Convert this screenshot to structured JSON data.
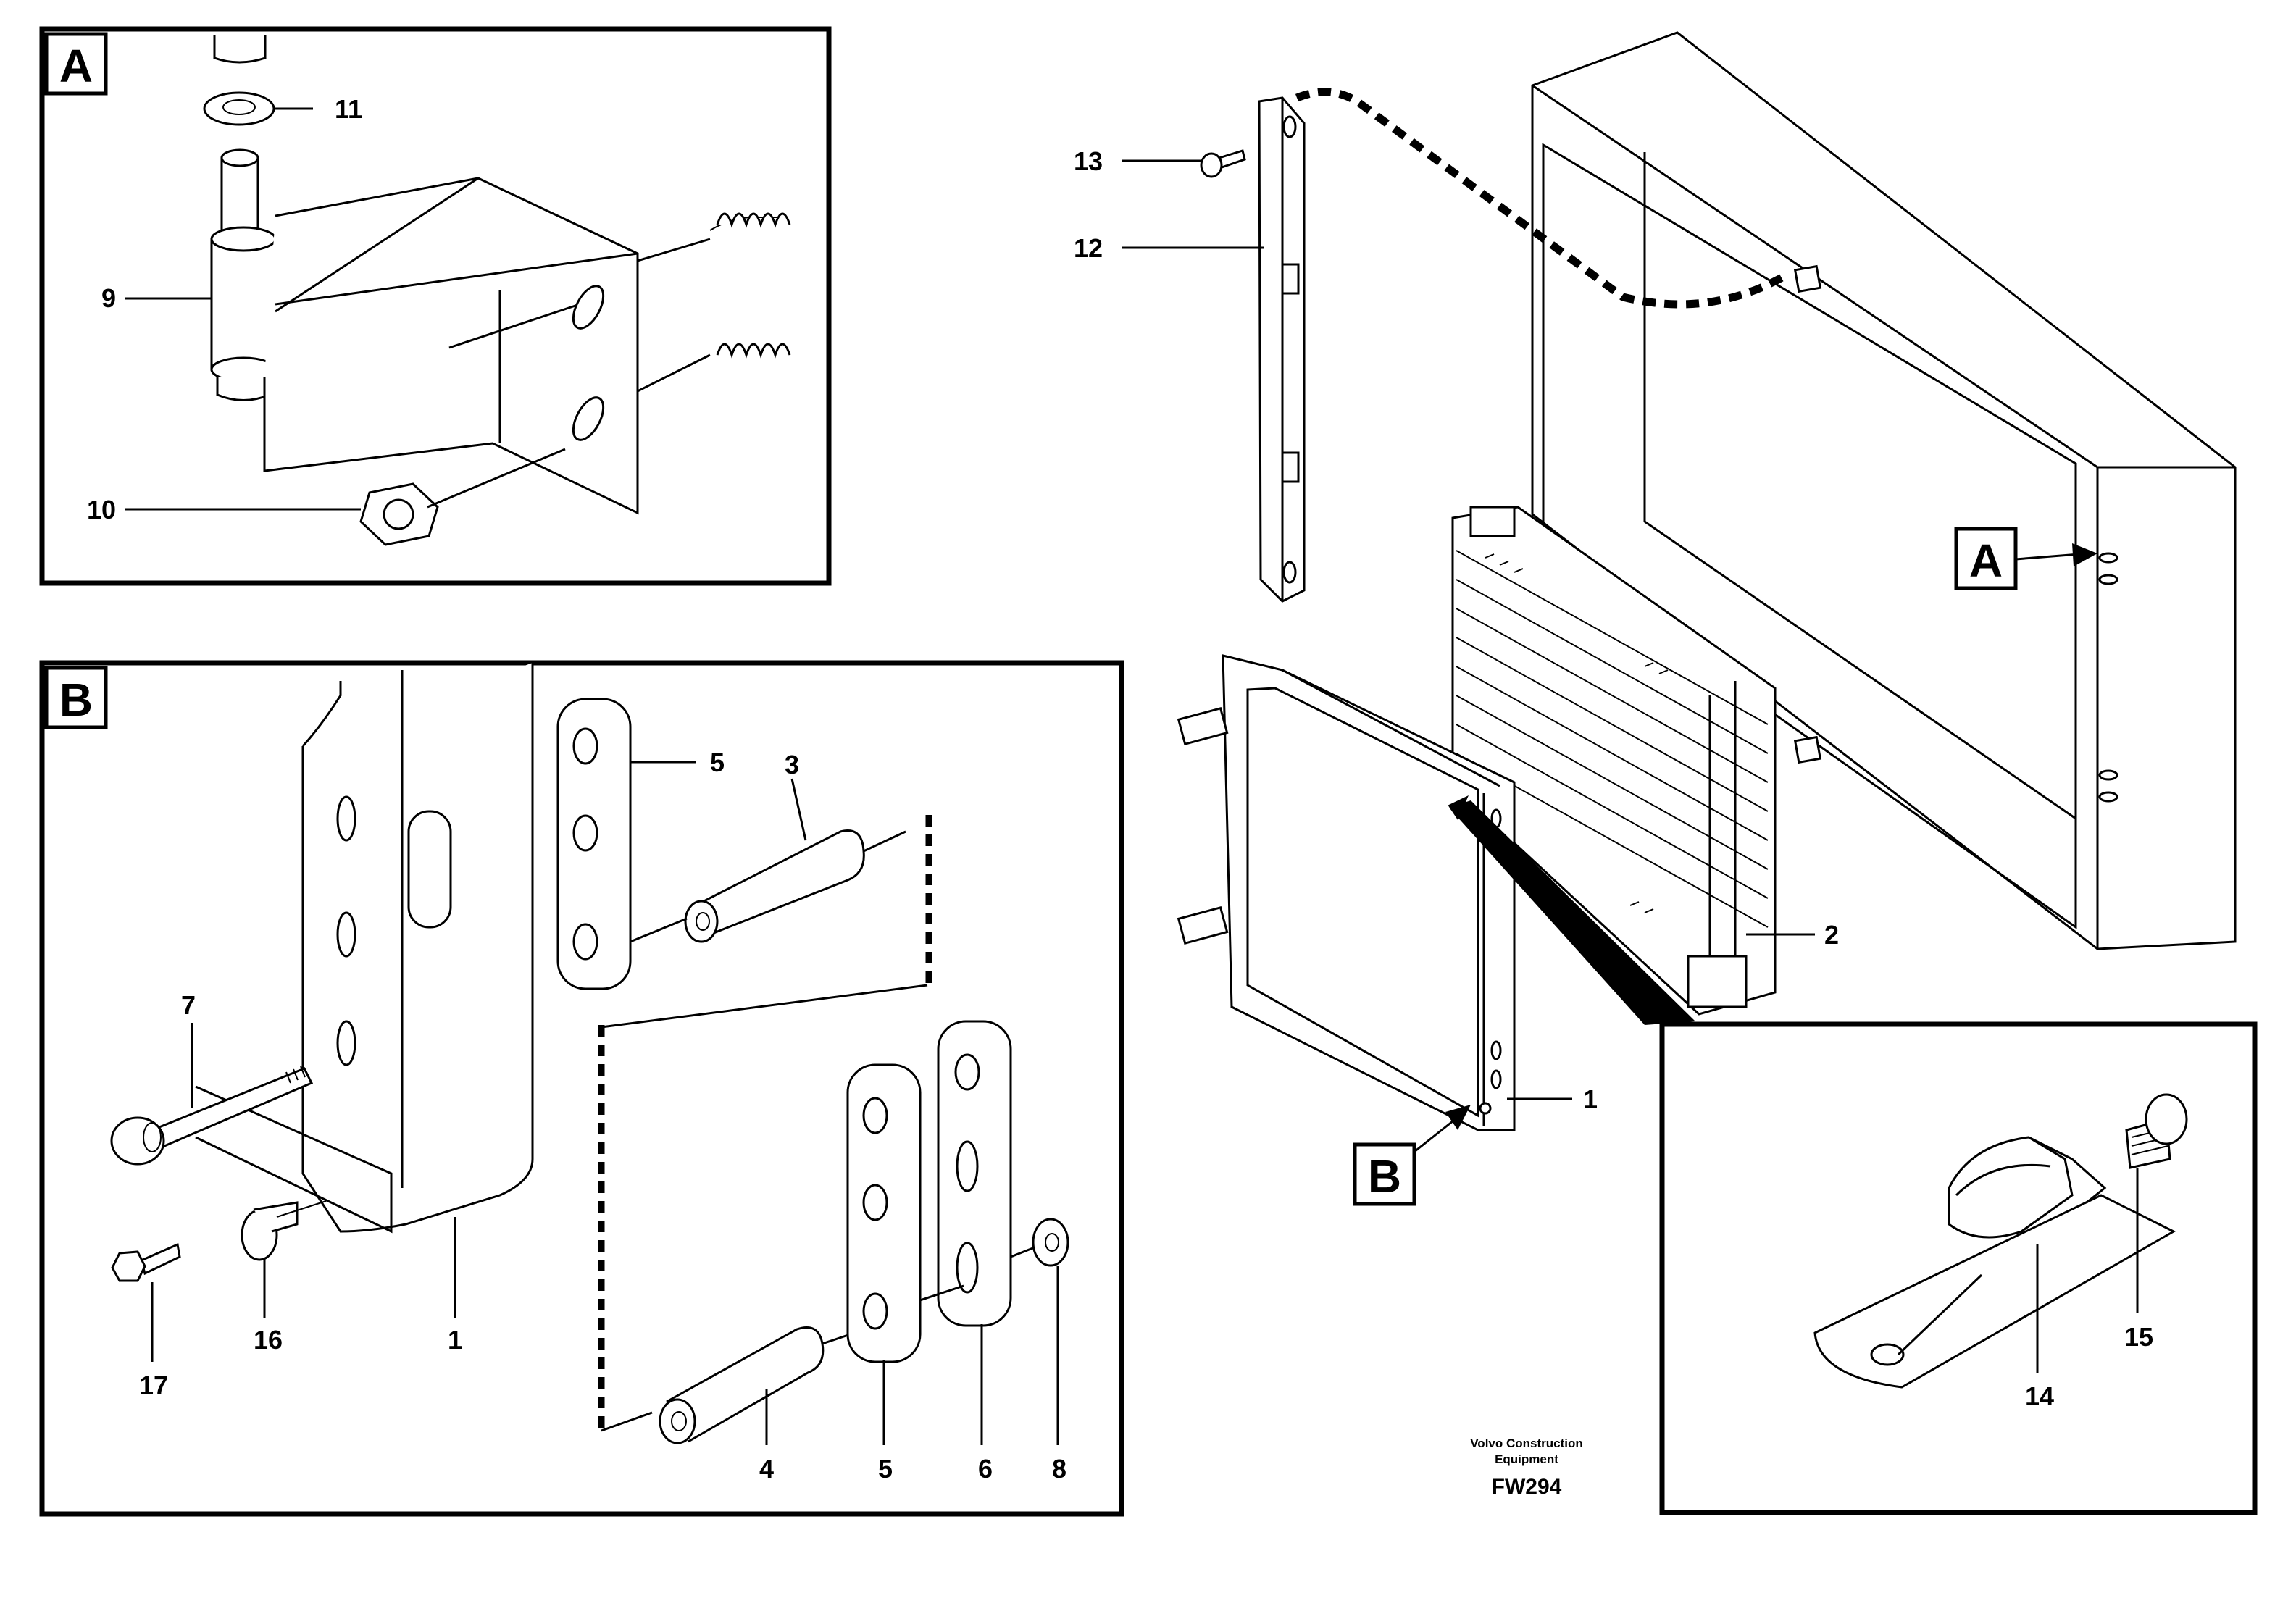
{
  "detail_views": {
    "a": {
      "letter": "A"
    },
    "b": {
      "letter": "B"
    }
  },
  "callouts": {
    "a_main": "A",
    "b_main": "B"
  },
  "part_labels": {
    "p1_main": "1",
    "p2": "2",
    "p12": "12",
    "p13": "13",
    "p9": "9",
    "p10": "10",
    "p11": "11",
    "p7": "7",
    "p16": "16",
    "p17": "17",
    "p1_b": "1",
    "p5_top": "5",
    "p3": "3",
    "p4": "4",
    "p5_bottom": "5",
    "p6": "6",
    "p8": "8",
    "p14": "14",
    "p15": "15"
  },
  "credit": {
    "line1": "Volvo Construction",
    "line2": "Equipment",
    "code": "FW294"
  }
}
